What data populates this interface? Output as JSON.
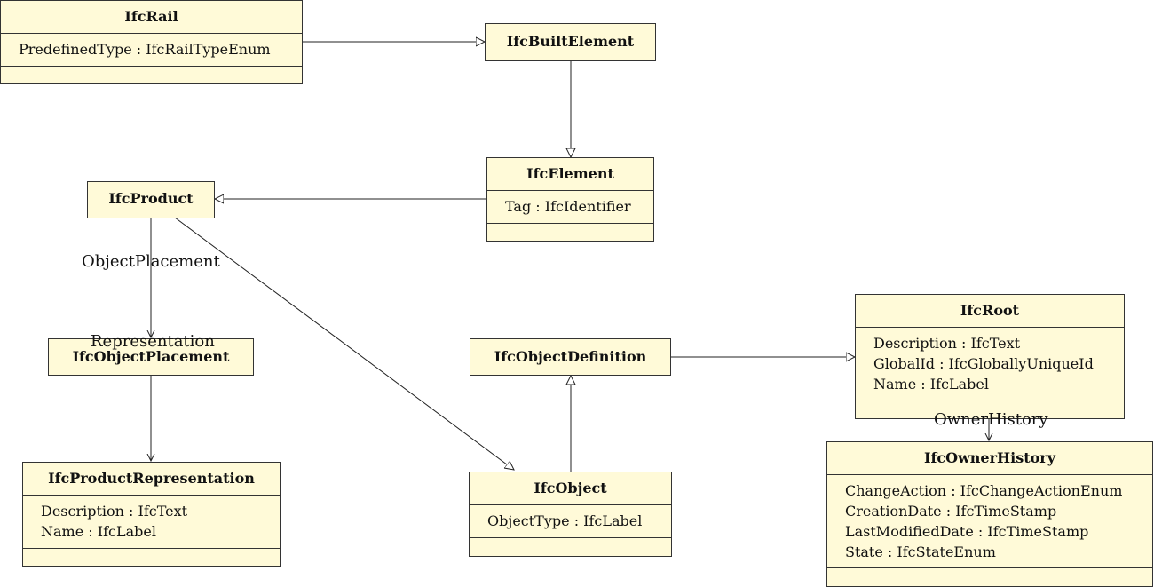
{
  "classes": {
    "rail": {
      "name": "IfcRail",
      "attributes": [
        "PredefinedType : IfcRailTypeEnum"
      ]
    },
    "built_element": {
      "name": "IfcBuiltElement",
      "attributes": []
    },
    "element": {
      "name": "IfcElement",
      "attributes": [
        "Tag : IfcIdentifier"
      ]
    },
    "product": {
      "name": "IfcProduct",
      "attributes": []
    },
    "object_placement": {
      "name": "IfcObjectPlacement",
      "attributes": []
    },
    "product_representation": {
      "name": "IfcProductRepresentation",
      "attributes": [
        "Description : IfcText",
        "Name : IfcLabel"
      ]
    },
    "object_definition": {
      "name": "IfcObjectDefinition",
      "attributes": []
    },
    "object": {
      "name": "IfcObject",
      "attributes": [
        "ObjectType : IfcLabel"
      ]
    },
    "root": {
      "name": "IfcRoot",
      "attributes": [
        "Description : IfcText",
        "GlobalId : IfcGloballyUniqueId",
        "Name : IfcLabel"
      ]
    },
    "owner_history": {
      "name": "IfcOwnerHistory",
      "attributes": [
        "ChangeAction : IfcChangeActionEnum",
        "CreationDate : IfcTimeStamp",
        "LastModifiedDate : IfcTimeStamp",
        "State : IfcStateEnum"
      ]
    }
  },
  "associations": {
    "object_placement": "ObjectPlacement",
    "representation": "Representation",
    "owner_history": "OwnerHistory"
  },
  "colors": {
    "box_fill": "#fffad8",
    "stroke": "#333333"
  }
}
